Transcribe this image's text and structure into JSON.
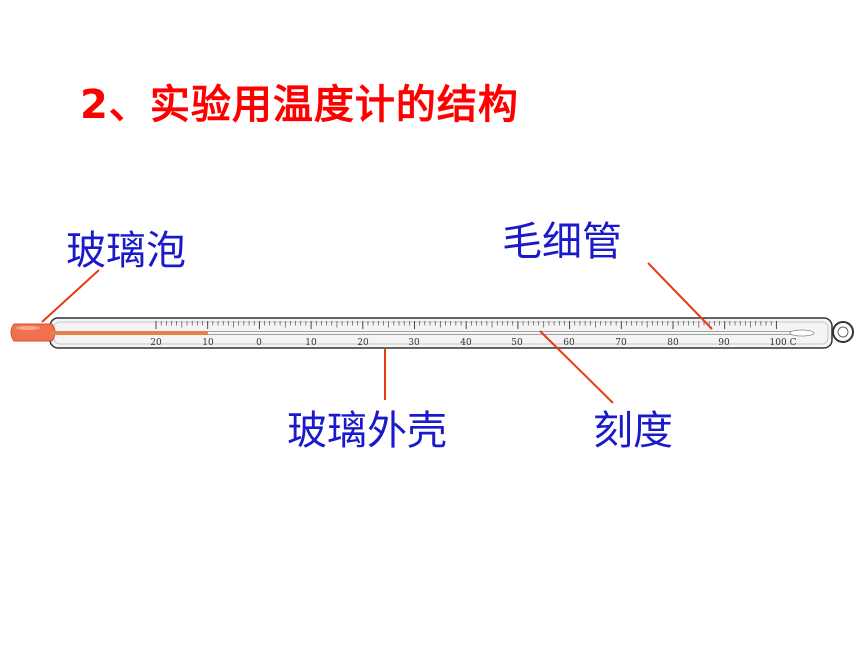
{
  "title": "2、实验用温度计的结构",
  "labels": {
    "bulb": "玻璃泡",
    "capillary": "毛细管",
    "shell": "玻璃外壳",
    "scale": "刻度"
  },
  "scale": {
    "tick_labels": [
      "20",
      "10",
      "0",
      "10",
      "20",
      "30",
      "40",
      "50",
      "60",
      "70",
      "80",
      "90",
      "100 C"
    ]
  },
  "colors": {
    "title": "#ff0000",
    "labels": "#1a1acc",
    "leader": "#e63c14",
    "bulb": "#f07050",
    "liquid": "#e8804a"
  }
}
